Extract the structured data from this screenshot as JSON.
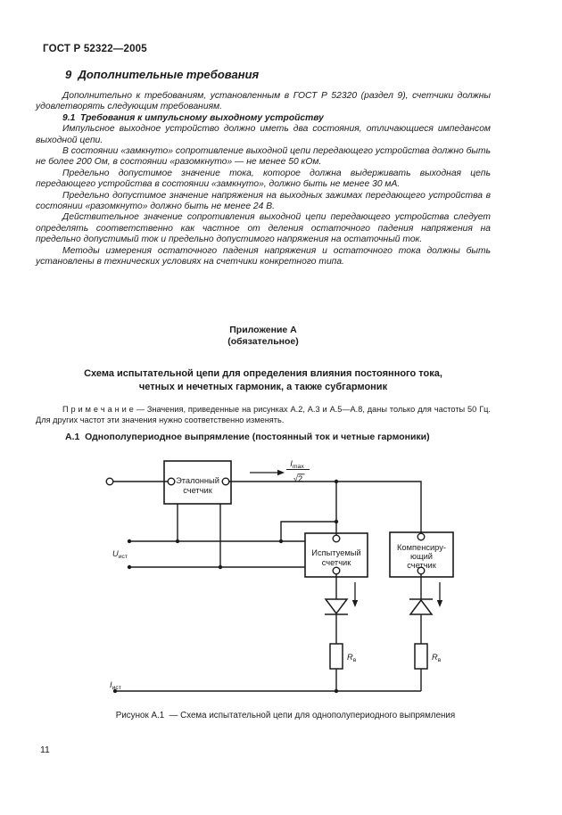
{
  "page": {
    "header": "ГОСТ Р 52322—2005",
    "page_number": "11"
  },
  "section9": {
    "heading": "9  Дополнительные требования",
    "intro": "Дополнительно к требованиям, установленным в ГОСТ Р 52320 (раздел 9), счетчики должны удовлетворять следующим требованиям.",
    "sub_heading": "9.1  Требования к импульсному выходному устройству",
    "paragraphs": [
      "Импульсное выходное устройство должно иметь два состояния, отличающиеся импедансом выходной цепи.",
      "В состоянии «замкнуто» сопротивление выходной цепи передающего устройства должно быть не более 200 Ом, в состоянии «разомкнуто» — не менее 50 кОм.",
      "Предельно допустимое значение тока, которое должна выдерживать выходная цепь передающего устройства в состоянии «замкнуто», должно быть не менее 30 мА.",
      "Предельно допустимое значение напряжения на выходных зажимах передающего устройства в состоянии «разомкнуто» должно быть не менее 24 В.",
      "Действительное значение сопротивления выходной цепи передающего устройства следует определять соответственно как частное от деления остаточного падения напряжения на предельно допустимый ток и предельно допустимого напряжения на остаточный ток.",
      "Методы измерения остаточного падения напряжения и остаточного тока должны быть установлены в технических условиях на счетчики конкретного типа."
    ]
  },
  "appendix": {
    "label": "Приложение А",
    "status": "(обязательное)",
    "title_line1": "Схема испытательной цепи для определения влияния постоянного тока,",
    "title_line2": "четных и нечетных гармоник, а также субгармоник",
    "note": "П р и м е ч а н и е — Значения, приведенные на рисунках А.2, А.3 и А.5—А.8, даны только для частоты 50 Гц. Для других частот эти значения нужно соответственно изменять.",
    "a1_heading": "А.1  Однополупериодное выпрямление (постоянный ток и четные гармоники)"
  },
  "diagram": {
    "boxes": {
      "reference": {
        "line1": "Эталонный",
        "line2": "счетчик"
      },
      "under_test": {
        "line1": "Испытуемый",
        "line2": "счетчик"
      },
      "compensating": {
        "line1": "Компенсиру-",
        "line2": "ющий",
        "line3": "счетчик"
      }
    },
    "labels": {
      "imax": {
        "sym": "I",
        "sub": "max",
        "den": "√2"
      },
      "u_source": {
        "sym": "U",
        "sub": "ист"
      },
      "i_source": {
        "sym": "I",
        "sub": "ист"
      },
      "resistor_left": {
        "sym": "R",
        "sub": "в"
      },
      "resistor_right": {
        "sym": "R",
        "sub": "в"
      }
    }
  },
  "figure": {
    "caption": "Рисунок А.1  — Схема испытательной цепи для однополупериодного выпрямления"
  },
  "colors": {
    "ink": "#1b1b1b",
    "paper": "#ffffff"
  }
}
